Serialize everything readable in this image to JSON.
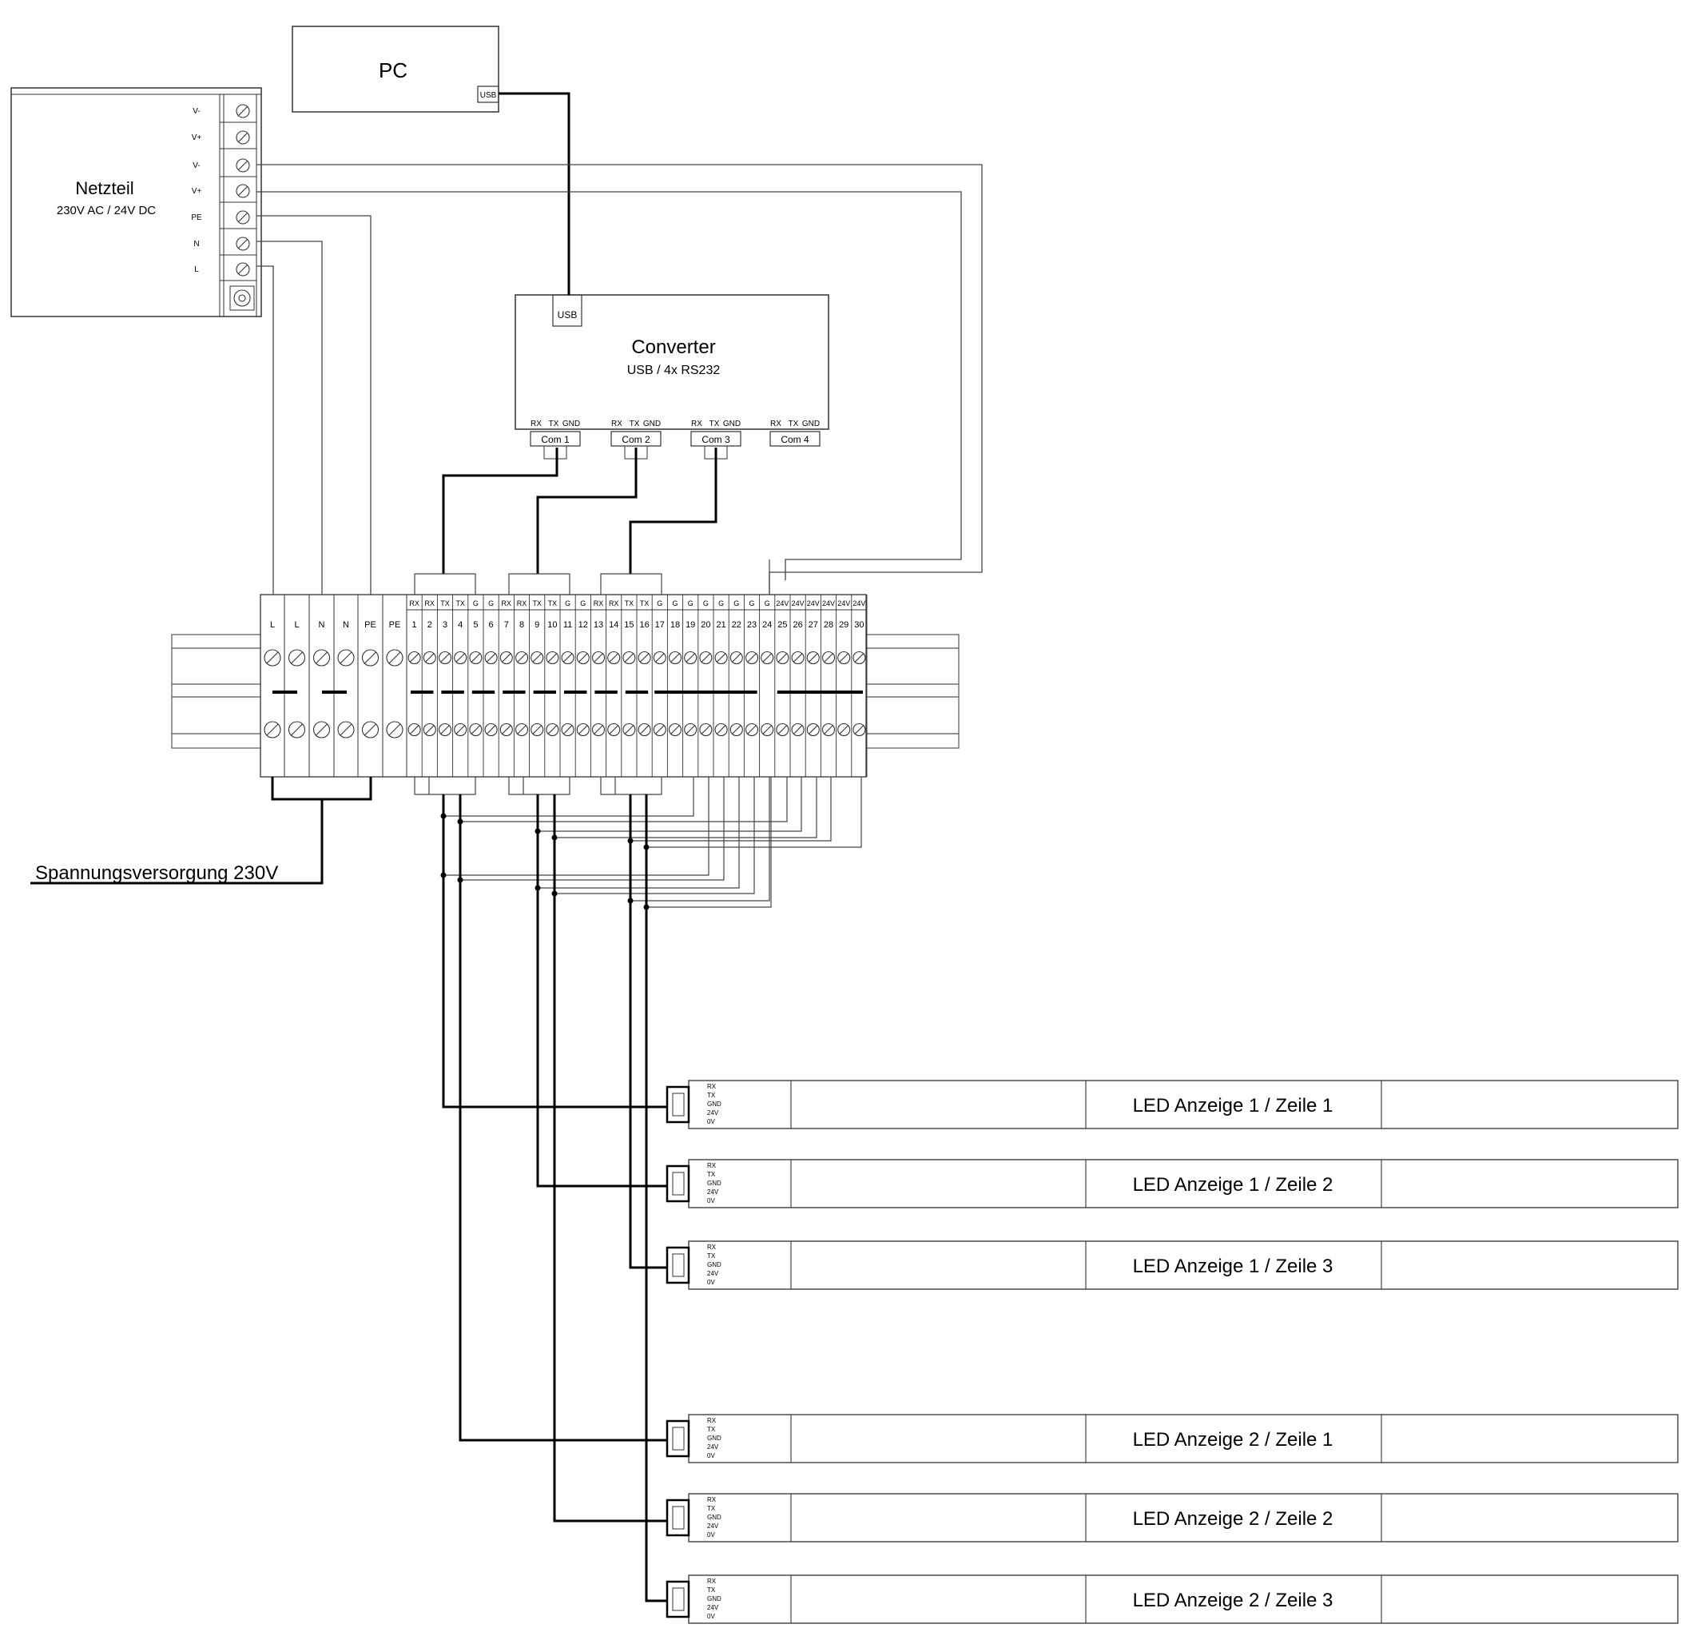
{
  "pc": {
    "title": "PC",
    "usb_port": "USB"
  },
  "psu": {
    "title": "Netzteil",
    "subtitle": "230V AC / 24V DC",
    "terminals": [
      "V-",
      "V+",
      "V-",
      "V+",
      "PE",
      "N",
      "L"
    ]
  },
  "converter": {
    "title": "Converter",
    "subtitle": "USB / 4x RS232",
    "usb_port": "USB",
    "pin_labels": [
      "RX",
      "TX",
      "GND"
    ],
    "ports": [
      "Com 1",
      "Com 2",
      "Com 3",
      "Com 4"
    ]
  },
  "terminal_block": {
    "power_labels": [
      "L",
      "L",
      "N",
      "N",
      "PE",
      "PE"
    ],
    "top_labels": [
      "RX",
      "RX",
      "TX",
      "TX",
      "G",
      "G",
      "RX",
      "RX",
      "TX",
      "TX",
      "G",
      "G",
      "RX",
      "RX",
      "TX",
      "TX",
      "G",
      "G",
      "G",
      "G",
      "G",
      "G",
      "G",
      "G",
      "24V",
      "24V",
      "24V",
      "24V",
      "24V",
      "24V"
    ],
    "numbers": [
      "1",
      "2",
      "3",
      "4",
      "5",
      "6",
      "7",
      "8",
      "9",
      "10",
      "11",
      "12",
      "13",
      "14",
      "15",
      "16",
      "17",
      "18",
      "19",
      "20",
      "21",
      "22",
      "23",
      "24",
      "25",
      "26",
      "27",
      "28",
      "29",
      "30"
    ]
  },
  "supply_label": "Spannungsversorgung 230V",
  "display_pins": [
    "RX",
    "TX",
    "GND",
    "24V",
    "0V"
  ],
  "displays": [
    "LED Anzeige 1 / Zeile 1",
    "LED Anzeige 1 / Zeile 2",
    "LED Anzeige 1 / Zeile 3",
    "LED Anzeige 2 / Zeile 1",
    "LED Anzeige 2 / Zeile 2",
    "LED Anzeige 2 / Zeile 3"
  ]
}
